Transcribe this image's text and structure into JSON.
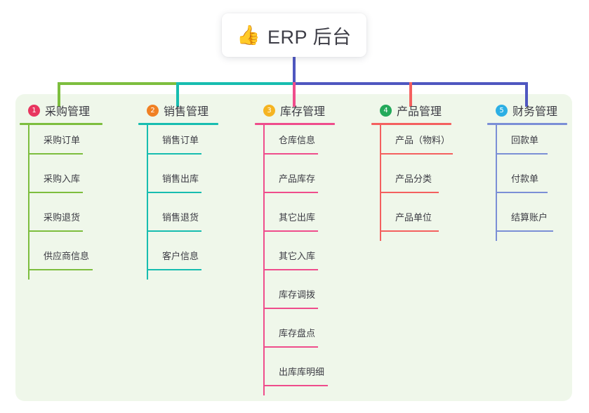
{
  "root": {
    "icon": "thumbs-up-icon",
    "emoji": "👍",
    "title": "ERP 后台"
  },
  "palette": {
    "panel_bg": "#eff7ea",
    "page_bg": "#ffffff",
    "text": "#3c3c44",
    "bus_green": "#7dbe3e",
    "bus_teal": "#17bdb0",
    "bus_blue": "#4f57c0",
    "stub_pink": "#ef4d8c",
    "stub_red": "#f4605f"
  },
  "columns": [
    {
      "index": "1",
      "title": "采购管理",
      "badge_color": "#e8365f",
      "line_color": "#7dbe3e",
      "head_rule_width": 118,
      "items": [
        {
          "label": "采购订单",
          "rule_width": 78
        },
        {
          "label": "采购入库",
          "rule_width": 78
        },
        {
          "label": "采购退货",
          "rule_width": 78
        },
        {
          "label": "供应商信息",
          "rule_width": 92
        }
      ]
    },
    {
      "index": "2",
      "title": "销售管理",
      "badge_color": "#f08024",
      "line_color": "#17bdb0",
      "head_rule_width": 114,
      "items": [
        {
          "label": "销售订单",
          "rule_width": 78
        },
        {
          "label": "销售出库",
          "rule_width": 78
        },
        {
          "label": "销售退货",
          "rule_width": 78
        },
        {
          "label": "客户信息",
          "rule_width": 78
        }
      ]
    },
    {
      "index": "3",
      "title": "库存管理",
      "badge_color": "#f5b421",
      "line_color": "#ef4d8c",
      "head_rule_width": 114,
      "items": [
        {
          "label": "仓库信息",
          "rule_width": 78
        },
        {
          "label": "产品库存",
          "rule_width": 78
        },
        {
          "label": "其它出库",
          "rule_width": 78
        },
        {
          "label": "其它入库",
          "rule_width": 78
        },
        {
          "label": "库存调拨",
          "rule_width": 78
        },
        {
          "label": "库存盘点",
          "rule_width": 78
        },
        {
          "label": "出库库明细",
          "rule_width": 92
        }
      ]
    },
    {
      "index": "4",
      "title": "产品管理",
      "badge_color": "#23a95a",
      "line_color": "#f4605f",
      "head_rule_width": 114,
      "items": [
        {
          "label": "产品（物料）",
          "rule_width": 104
        },
        {
          "label": "产品分类",
          "rule_width": 84
        },
        {
          "label": "产品单位",
          "rule_width": 84
        }
      ]
    },
    {
      "index": "5",
      "title": "财务管理",
      "badge_color": "#2cafe4",
      "line_color": "#7b8fd6",
      "head_rule_width": 114,
      "items": [
        {
          "label": "回款单",
          "rule_width": 74
        },
        {
          "label": "付款单",
          "rule_width": 74
        },
        {
          "label": "结算账户",
          "rule_width": 82
        }
      ]
    }
  ]
}
